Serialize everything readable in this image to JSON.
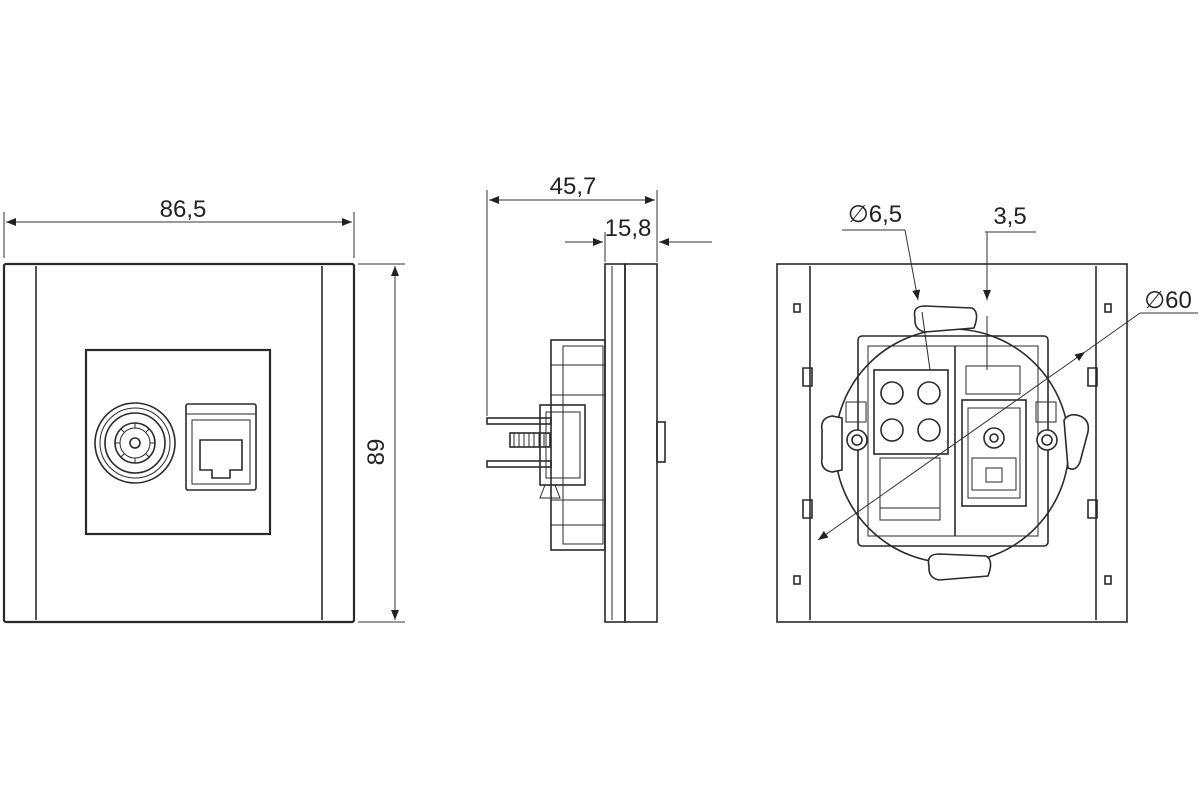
{
  "dimensions": {
    "front_width": "86,5",
    "front_height": "89",
    "side_depth_total": "45,7",
    "side_depth_front": "15,8",
    "back_hole_diameter": "∅6,5",
    "back_gap": "3,5",
    "back_mount_diameter": "∅60"
  }
}
